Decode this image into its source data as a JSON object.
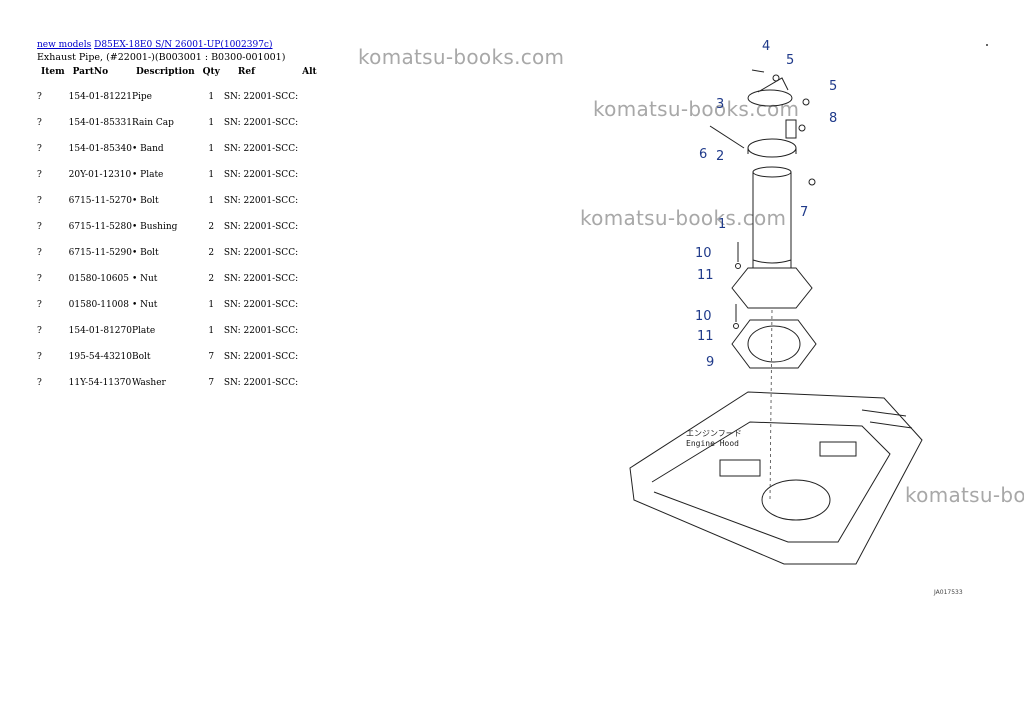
{
  "breadcrumb": {
    "link1": "new models",
    "link2": "D85EX-18E0 S/N 26001-UP(1002397c)"
  },
  "subtitle": "Exhaust Pipe, (#22001-)(B003001 : B0300-001001)",
  "table": {
    "headers": [
      "Item",
      "PartNo",
      "Description",
      "Qty",
      "Ref",
      "Alt"
    ],
    "rows": [
      {
        "item": "?",
        "part": "154-01-81221",
        "desc": "Pipe",
        "qty": "1",
        "ref": "SN: 22001-SCC:",
        "alt": ""
      },
      {
        "item": "?",
        "part": "154-01-85331",
        "desc": "Rain Cap",
        "qty": "1",
        "ref": "SN: 22001-SCC:",
        "alt": ""
      },
      {
        "item": "?",
        "part": "154-01-85340",
        "desc": "• Band",
        "qty": "1",
        "ref": "SN: 22001-SCC:",
        "alt": ""
      },
      {
        "item": "?",
        "part": "20Y-01-12310",
        "desc": "• Plate",
        "qty": "1",
        "ref": "SN: 22001-SCC:",
        "alt": ""
      },
      {
        "item": "?",
        "part": "6715-11-5270",
        "desc": "• Bolt",
        "qty": "1",
        "ref": "SN: 22001-SCC:",
        "alt": ""
      },
      {
        "item": "?",
        "part": "6715-11-5280",
        "desc": "• Bushing",
        "qty": "2",
        "ref": "SN: 22001-SCC:",
        "alt": ""
      },
      {
        "item": "?",
        "part": "6715-11-5290",
        "desc": "• Bolt",
        "qty": "2",
        "ref": "SN: 22001-SCC:",
        "alt": ""
      },
      {
        "item": "?",
        "part": "01580-10605",
        "desc": "• Nut",
        "qty": "2",
        "ref": "SN: 22001-SCC:",
        "alt": ""
      },
      {
        "item": "?",
        "part": "01580-11008",
        "desc": "• Nut",
        "qty": "1",
        "ref": "SN: 22001-SCC:",
        "alt": ""
      },
      {
        "item": "?",
        "part": "154-01-81270",
        "desc": "Plate",
        "qty": "1",
        "ref": "SN: 22001-SCC:",
        "alt": ""
      },
      {
        "item": "?",
        "part": "195-54-43210",
        "desc": "Bolt",
        "qty": "7",
        "ref": "SN: 22001-SCC:",
        "alt": ""
      },
      {
        "item": "?",
        "part": "11Y-54-11370",
        "desc": "Washer",
        "qty": "7",
        "ref": "SN: 22001-SCC:",
        "alt": ""
      }
    ]
  },
  "watermark": "komatsu-books.com",
  "diagram": {
    "callouts": [
      "4",
      "5",
      "5",
      "3",
      "8",
      "6",
      "2",
      "7",
      "1",
      "10",
      "11",
      "10",
      "11",
      "9"
    ],
    "hood_label_jp": "エンジンフード",
    "hood_label_en": "Engine Hood",
    "figure_code": "JA017533"
  }
}
